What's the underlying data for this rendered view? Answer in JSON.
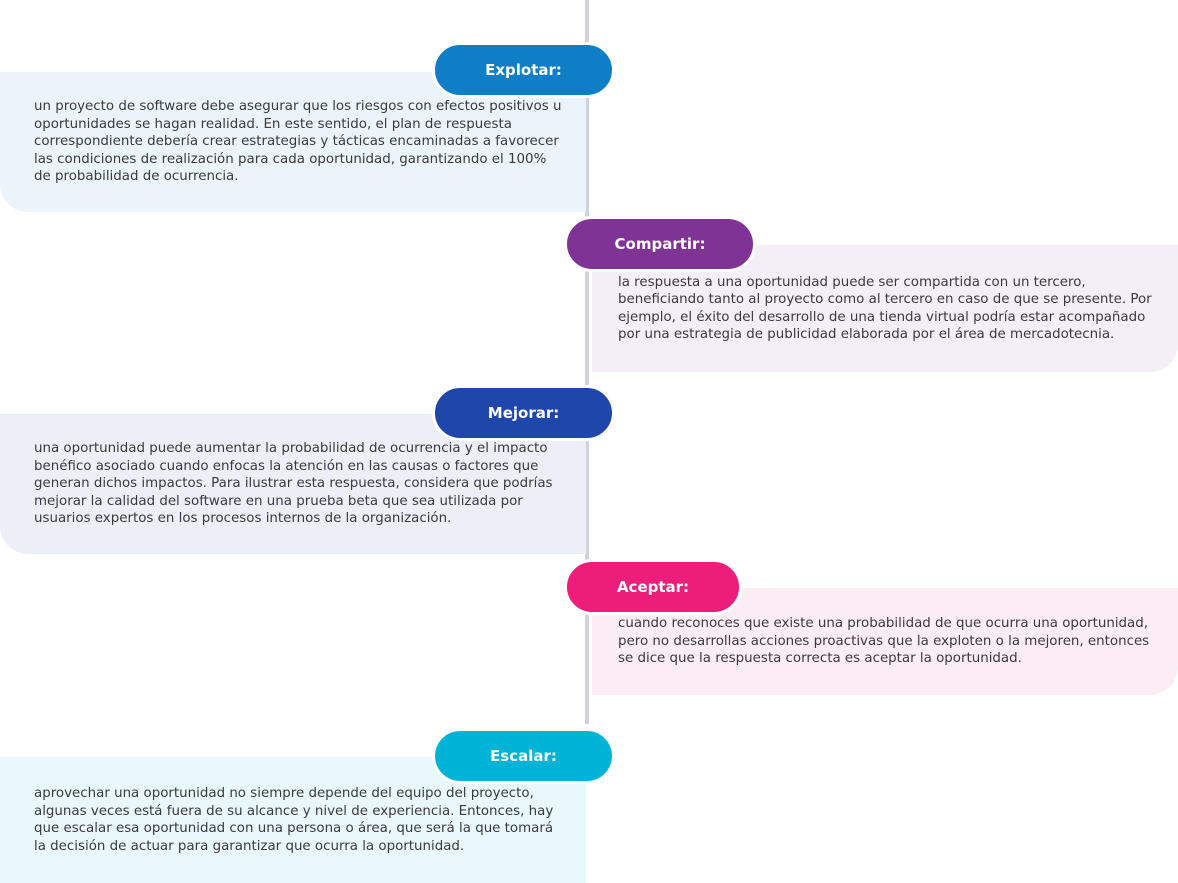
{
  "colors": {
    "explotar": "#0e7fc6",
    "compartir": "#7e3395",
    "mejorar": "#1f46ab",
    "aceptar": "#ec1e7a",
    "escalar": "#00b4d8",
    "line": "#d0d3de"
  },
  "items": [
    {
      "title": "Explotar:",
      "text": "un proyecto de software debe asegurar que los riesgos con efectos positivos u oportunidades se hagan realidad. En este sentido, el plan de respuesta correspondiente debería crear estrategias y tácticas encaminadas a favorecer las condiciones de realización para cada oportunidad, garantizando el 100% de probabilidad de ocurrencia."
    },
    {
      "title": "Compartir:",
      "text": "la respuesta a una oportunidad puede ser compartida con un tercero, beneficiando tanto al proyecto como al tercero en caso de que se presente. Por ejemplo, el éxito del desarrollo de una tienda virtual podría estar acompañado por una estrategia de publicidad elaborada por el área de mercadotecnia."
    },
    {
      "title": "Mejorar:",
      "text": "una oportunidad puede aumentar la probabilidad de ocurrencia y el impacto benéfico asociado cuando enfocas la atención en las causas o factores que generan dichos impactos. Para ilustrar esta respuesta, considera que podrías mejorar la calidad del software en una prueba beta que sea utilizada por usuarios expertos en los procesos internos de la organización."
    },
    {
      "title": "Aceptar:",
      "text": "cuando reconoces que existe una probabilidad de que ocurra una oportunidad, pero no desarrollas acciones proactivas que la exploten o la mejoren, entonces se dice que la respuesta correcta es aceptar la oportunidad."
    },
    {
      "title": "Escalar:",
      "text": "aprovechar una oportunidad no siempre depende del equipo del proyecto, algunas veces está fuera de su alcance y nivel de experiencia. Entonces, hay que escalar esa oportunidad con una persona o área, que será la que tomará la decisión de actuar para garantizar que ocurra la oportunidad."
    }
  ]
}
